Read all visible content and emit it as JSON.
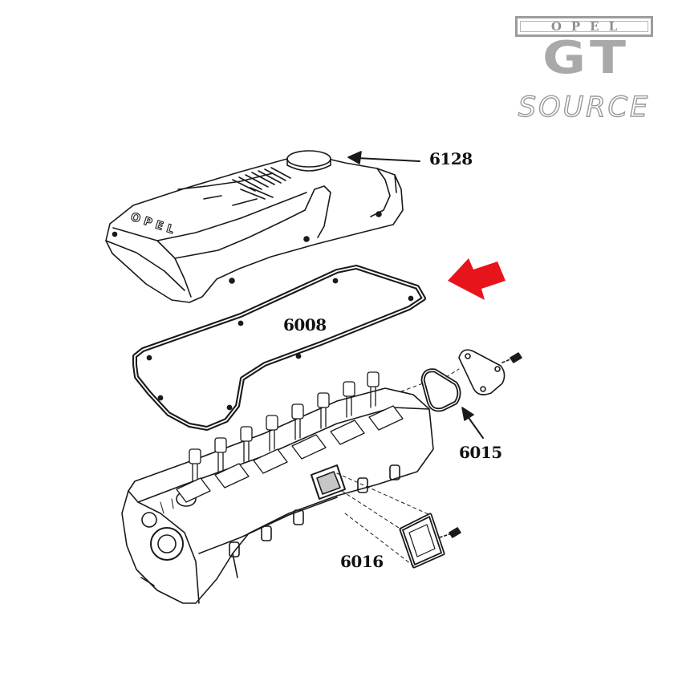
{
  "logo": {
    "brand": "OPEL",
    "model": "GT",
    "subtitle": "SOURCE",
    "color": "#a9a9a9"
  },
  "cover_marking": "OPEL",
  "parts": [
    {
      "number": "6128"
    },
    {
      "number": "6008"
    },
    {
      "number": "6015"
    },
    {
      "number": "6016"
    }
  ],
  "highlight": {
    "color": "#e8141c"
  }
}
